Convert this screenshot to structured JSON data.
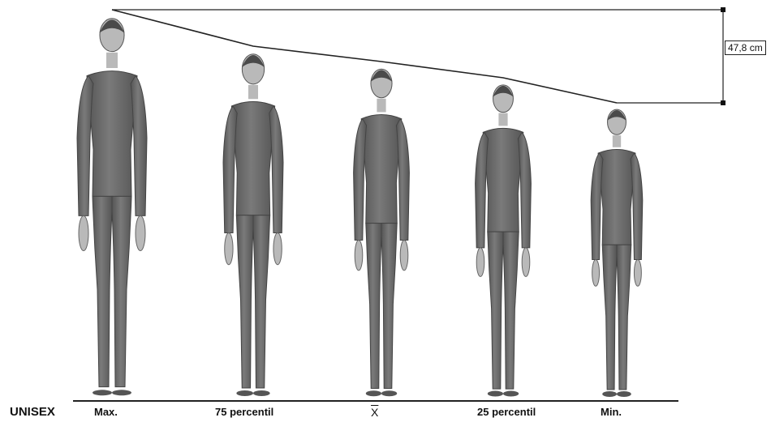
{
  "group_label": "UNISEX",
  "figures": [
    {
      "label": "Max."
    },
    {
      "label": "75 percentil"
    },
    {
      "label": "X"
    },
    {
      "label": "25 percentil"
    },
    {
      "label": "Min."
    }
  ],
  "measurement": {
    "text": "47,8 cm"
  },
  "colors": {
    "body": "#6f6f6f",
    "skin": "#b9b9b9",
    "hair": "#4a4a4a",
    "line": "#222222"
  }
}
